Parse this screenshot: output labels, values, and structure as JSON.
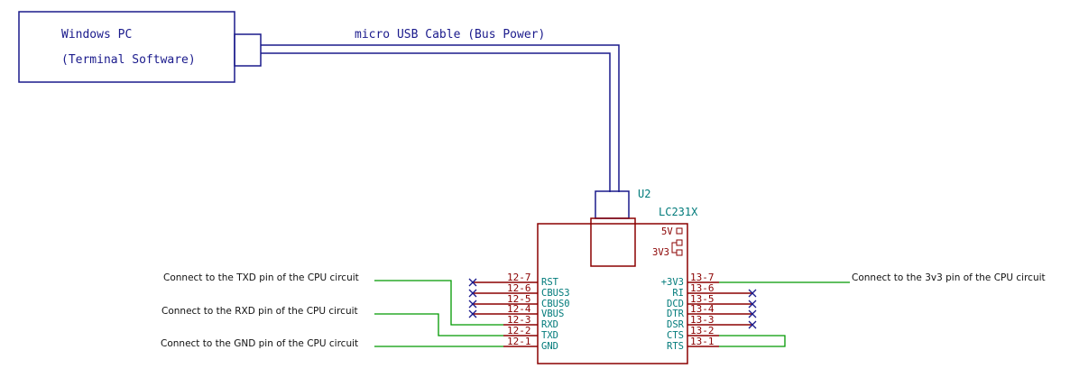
{
  "pc_box": {
    "line1": "Windows PC",
    "line2": "(Terminal Software)"
  },
  "cable_label": "micro USB Cable (Bus Power)",
  "module": {
    "ref": "U2",
    "value": "LC231X",
    "jumper_5v": "5V",
    "jumper_3v3": "3V3",
    "left_pins": [
      {
        "num": "12-7",
        "name": "RST",
        "nc": true
      },
      {
        "num": "12-6",
        "name": "CBUS3",
        "nc": true
      },
      {
        "num": "12-5",
        "name": "CBUS0",
        "nc": true
      },
      {
        "num": "12-4",
        "name": "VBUS",
        "nc": true
      },
      {
        "num": "12-3",
        "name": "RXD",
        "nc": false
      },
      {
        "num": "12-2",
        "name": "TXD",
        "nc": false
      },
      {
        "num": "12-1",
        "name": "GND",
        "nc": false
      }
    ],
    "right_pins": [
      {
        "num": "13-7",
        "name": "+3V3",
        "nc": false
      },
      {
        "num": "13-6",
        "name": "RI",
        "nc": true
      },
      {
        "num": "13-5",
        "name": "DCD",
        "nc": true
      },
      {
        "num": "13-4",
        "name": "DTR",
        "nc": true
      },
      {
        "num": "13-3",
        "name": "DSR",
        "nc": true
      },
      {
        "num": "13-2",
        "name": "CTS",
        "nc": false
      },
      {
        "num": "13-1",
        "name": "RTS",
        "nc": false
      }
    ]
  },
  "notes": {
    "txd": "Connect to the TXD pin of the CPU circuit",
    "rxd": "Connect to the RXD pin of the CPU circuit",
    "gnd": "Connect to the GND pin of the CPU circuit",
    "v3v3": "Connect to the 3v3 pin of the CPU circuit"
  },
  "colors": {
    "blue": "#1a1a8c",
    "red": "#8b0000",
    "green": "#009900",
    "teal": "#007a7a",
    "nc_mark": "#1a1a8c"
  }
}
